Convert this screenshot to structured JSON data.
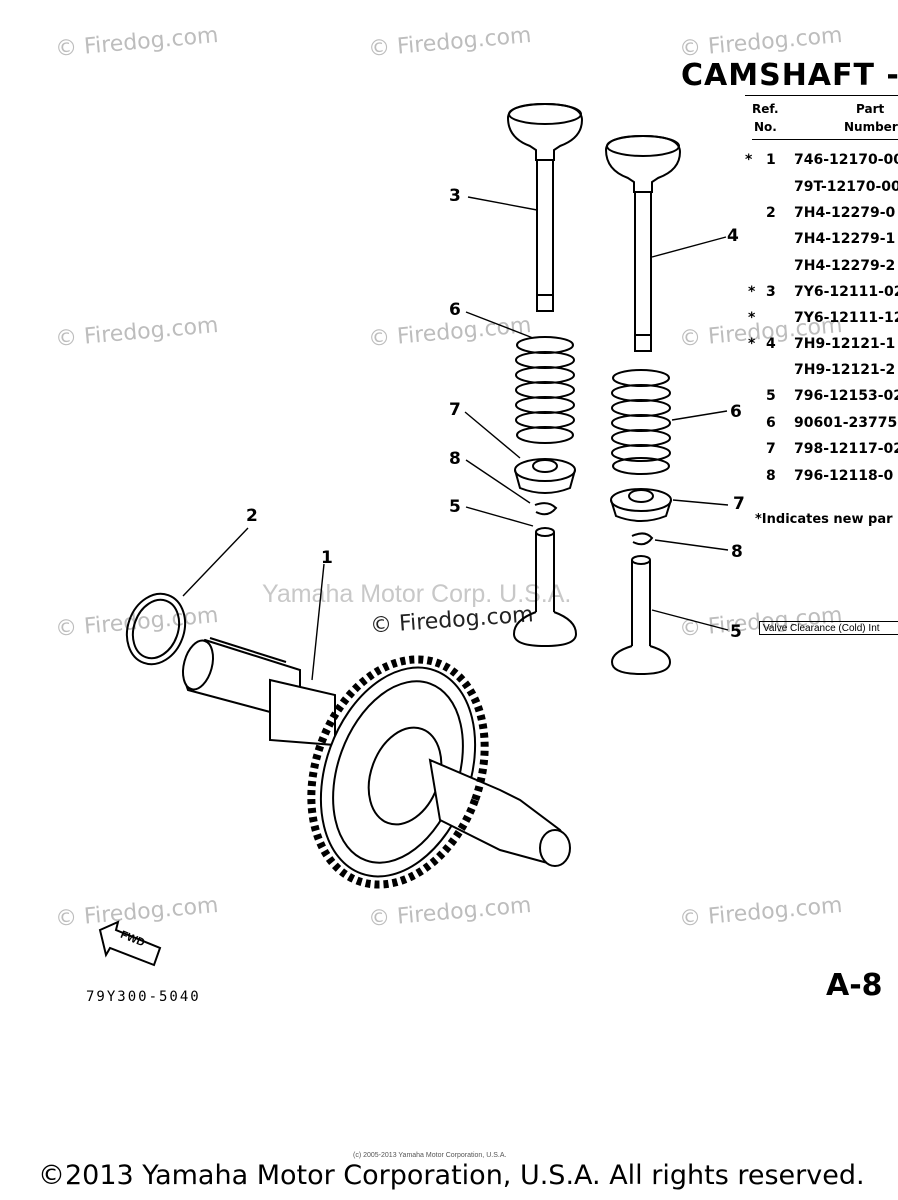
{
  "title": "CAMSHAFT - V",
  "table_header": {
    "ref": "Ref.",
    "no": "No.",
    "part": "Part",
    "number": "Number"
  },
  "parts": [
    {
      "mark": "*",
      "ref": "1",
      "number": "746-12170-00"
    },
    {
      "mark": "",
      "ref": "",
      "number": "79T-12170-00"
    },
    {
      "mark": "",
      "ref": "2",
      "number": "7H4-12279-0"
    },
    {
      "mark": "",
      "ref": "",
      "number": "7H4-12279-1"
    },
    {
      "mark": "",
      "ref": "",
      "number": "7H4-12279-2"
    },
    {
      "mark": "*",
      "ref": "3",
      "number": "7Y6-12111-02"
    },
    {
      "mark": "*",
      "ref": "",
      "number": "7Y6-12111-12"
    },
    {
      "mark": "*",
      "ref": "4",
      "number": "7H9-12121-1"
    },
    {
      "mark": "",
      "ref": "",
      "number": "7H9-12121-2"
    },
    {
      "mark": "",
      "ref": "5",
      "number": "796-12153-02"
    },
    {
      "mark": "",
      "ref": "6",
      "number": "90601-23775"
    },
    {
      "mark": "",
      "ref": "7",
      "number": "798-12117-02"
    },
    {
      "mark": "",
      "ref": "8",
      "number": "796-12118-0"
    }
  ],
  "note": "*Indicates new par",
  "clearance": "Valve Clearance (Cold) Int",
  "callouts": {
    "c3": "3",
    "c6a": "6",
    "c7a": "7",
    "c8a": "8",
    "c5a": "5",
    "c2": "2",
    "c1": "1",
    "c4": "4",
    "c6b": "6",
    "c7b": "7",
    "c8b": "8",
    "c5b": "5"
  },
  "fwd": "FWD",
  "page_number": "A-8",
  "drawing_code": "79Y300-5040",
  "watermark": "© Firedog.com",
  "watermark_yamaha": "Yamaha Motor Corp. U.S.A.",
  "small_copyright": "(c) 2005-2013 Yamaha Motor Corporation, U.S.A.",
  "footer": "©2013 Yamaha Motor Corporation, U.S.A. All rights reserved."
}
